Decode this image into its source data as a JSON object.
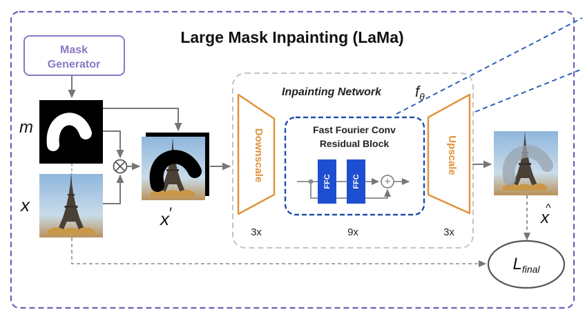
{
  "title": "Large Mask Inpainting (LaMa)",
  "mask_generator": {
    "line1": "Mask",
    "line2": "Generator"
  },
  "symbols": {
    "m": "m",
    "x": "x",
    "x_prime": "x",
    "x_prime_mark": "′",
    "x_hat": "x",
    "x_hat_mark": "^",
    "loss_main": "L",
    "loss_sub": "final",
    "f_main": "f",
    "f_sub": "θ",
    "multiply_op": "⊗",
    "add_op": "+"
  },
  "inpainting_network": {
    "label": "Inpainting Network"
  },
  "downscale": {
    "label": "Downscale",
    "repeat": "3x"
  },
  "ffc_block": {
    "line1": "Fast Fourier Conv",
    "line2": "Residual Block",
    "repeat": "9x",
    "unit": "FFC"
  },
  "upscale": {
    "label": "Upscale",
    "repeat": "3x"
  },
  "colors": {
    "outer_border": "#6a5fb5",
    "mask_generator": "#8a77c4",
    "orange": "#e0923a",
    "ffc_fill": "#1f4fd1",
    "ffc_border": "#1d4fa8",
    "arrow": "#777777",
    "zoom_line": "#2b5fb8"
  }
}
